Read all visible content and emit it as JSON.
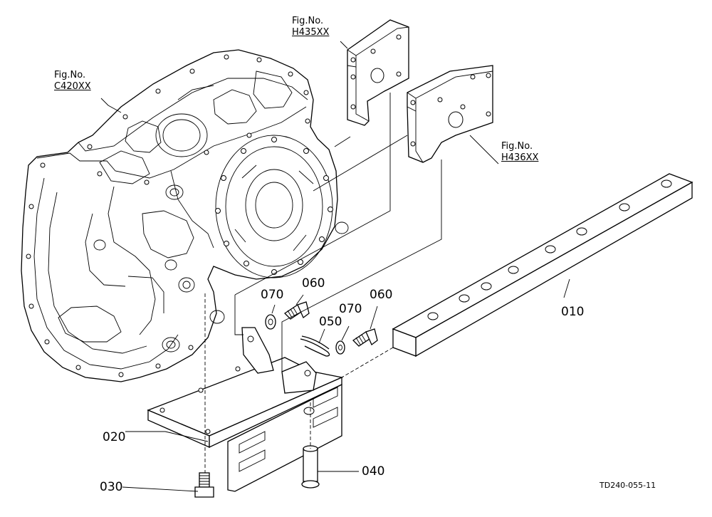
{
  "figure_refs": [
    {
      "id": "c420",
      "line1": "Fig.No.",
      "line2": "C420XX"
    },
    {
      "id": "h435",
      "line1": "Fig.No.",
      "line2": "H435XX"
    },
    {
      "id": "h436",
      "line1": "Fig.No.",
      "line2": "H436XX"
    }
  ],
  "parts": [
    {
      "id": "p010",
      "label": "010"
    },
    {
      "id": "p020",
      "label": "020"
    },
    {
      "id": "p030",
      "label": "030"
    },
    {
      "id": "p040",
      "label": "040"
    },
    {
      "id": "p050",
      "label": "050"
    },
    {
      "id": "p060a",
      "label": "060"
    },
    {
      "id": "p060b",
      "label": "060"
    },
    {
      "id": "p070a",
      "label": "070"
    },
    {
      "id": "p070b",
      "label": "070"
    }
  ],
  "drawing_code": "TD240-055-11"
}
